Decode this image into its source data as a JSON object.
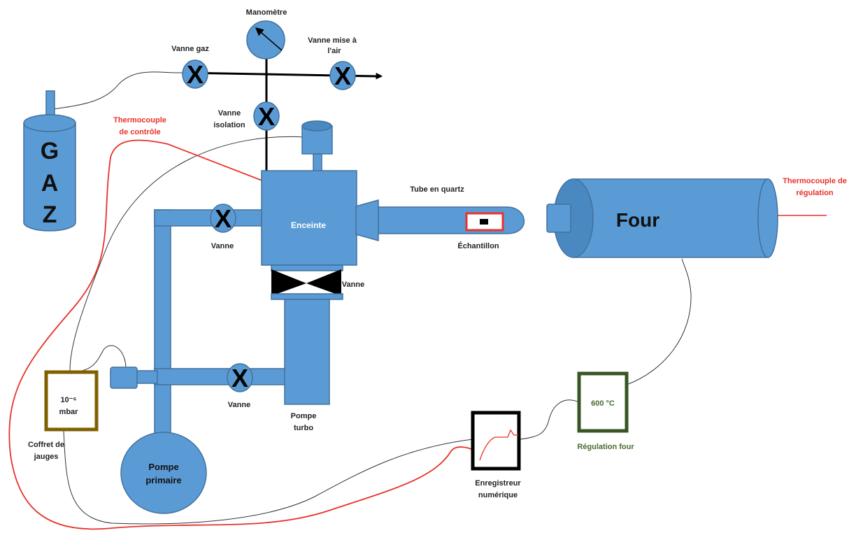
{
  "labels": {
    "gaz_letters": [
      "G",
      "A",
      "Z"
    ],
    "manometre": "Manomètre",
    "vanne_gaz": "Vanne gaz",
    "vanne_mise_air": [
      "Vanne mise à",
      "l'air"
    ],
    "vanne_isolation": [
      "Vanne",
      "isolation"
    ],
    "thermocouple_controle": [
      "Thermocouple",
      "de contrôle"
    ],
    "enceinte": "Enceinte",
    "tube_quartz": "Tube en quartz",
    "echantillon": "Échantillon",
    "four": "Four",
    "thermocouple_regulation": [
      "Thermocouple de",
      "régulation"
    ],
    "vanne_left": "Vanne",
    "vanne_right": "Vanne",
    "vanne_bottom": "Vanne",
    "pompe_turbo": [
      "Pompe",
      "turbo"
    ],
    "gauge_value": [
      "10⁻⁶",
      "mbar"
    ],
    "coffret_jauges": [
      "Coffret de",
      "jauges"
    ],
    "pompe_primaire": [
      "Pompe",
      "primaire"
    ],
    "regulation_value": "600 °C",
    "regulation_four": "Régulation four",
    "enregistreur": [
      "Enregistreur",
      "numérique"
    ]
  },
  "colors": {
    "equipment_blue": "#5b9bd5",
    "equipment_outline": "#41719c",
    "thermocouple_red": "#e8322b",
    "gauge_box": "#7f6000",
    "regulation_box": "#375623",
    "wire": "#333333"
  },
  "icons": {
    "valve": "x-valve-icon",
    "gate_valve": "bowtie-valve-icon",
    "gauge_needle": "needle-arrow-icon"
  }
}
